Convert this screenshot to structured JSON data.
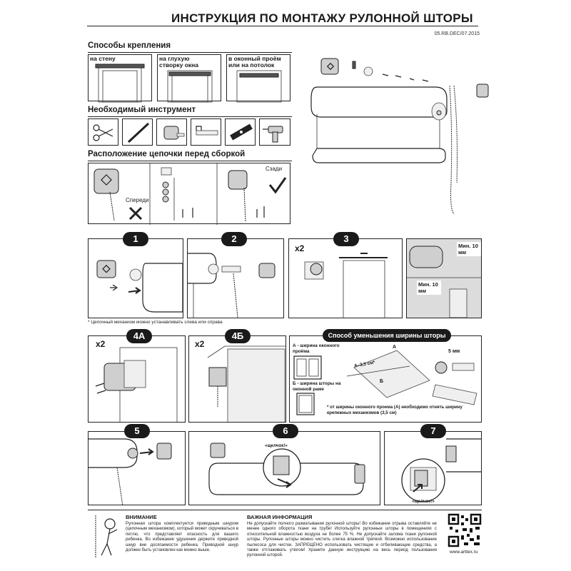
{
  "header": {
    "title": "ИНСТРУКЦИЯ ПО МОНТАЖУ РУЛОННОЙ ШТОРЫ",
    "doc_code": "05.RB.DEC/07.2015"
  },
  "mounting": {
    "heading": "Способы крепления",
    "options": [
      {
        "label": "на стену"
      },
      {
        "label": "на глухую створку окна"
      },
      {
        "label": "в оконный проём или на потолок"
      }
    ]
  },
  "tools": {
    "heading": "Необходимый инструмент",
    "items": [
      "scissors-icon",
      "pencil-icon",
      "tape-measure-icon",
      "hacksaw-icon",
      "level-icon",
      "drill-icon"
    ]
  },
  "chain": {
    "heading": "Расположение цепочки перед сборкой",
    "front_label": "Спереди",
    "back_label": "Сзади"
  },
  "steps": {
    "s1": "1",
    "s2": "2",
    "s3": "3",
    "s4a": "4А",
    "s4b": "4Б",
    "s5": "5",
    "s6": "6",
    "s7": "7",
    "x2_a": "x2",
    "x2_b": "x2",
    "x2_c": "x2",
    "chain_note": "* Цепочный механизм можно устанавливать слева или справа",
    "min1": "Мин. 10 мм",
    "min2": "Мин. 10 мм",
    "click_a": "«щелчок!»",
    "click_b": "«щелчок!»"
  },
  "reduce": {
    "title": "Способ уменьшения ширины шторы",
    "a_label": "А - ширина оконного проёма",
    "b_label": "Б - ширина шторы на оконной раме",
    "measure": "А–3,5 см*",
    "b_mark": "Б",
    "a_mark": "А",
    "mm5": "5 мм",
    "footnote": "* от ширины оконного проема (А) необходимо отнять ширину крепежных механизмов (3,5 см)"
  },
  "footer": {
    "warn_title": "ВНИМАНИЕ",
    "warn_text": "Рулонная штора комплектуется приводным шнуром (цепочным механизмом), который может скручиваться в петлю, что представляет опасность для вашего ребенка. Во избежание удушения держите приводной шнур вне досягаемости ребенка. Приводной шнур должен быть установлен как можно выше.",
    "info_title": "ВАЖНАЯ ИНФОРМАЦИЯ",
    "info_text": "Не допускайте полного разматывания рулонной шторы! Во избежание отрыва оставляйте не менее одного оборота ткани на трубе! Используйте рулонные шторы в помещениях с относительной влажностью воздуха не более 75 %. Не допускайте залома ткани рулонной шторы. Рулонные шторы можно чистить слегка влажной тряпкой. Возможно использование пылесоса для чистки. ЗАПРЕЩЕНО использовать чистящие и отбеливающие средства, а также отглаживать утюгом! Храните данную инструкцию на весь период пользования рулонной шторой.",
    "site": "www.arttex.ru"
  }
}
